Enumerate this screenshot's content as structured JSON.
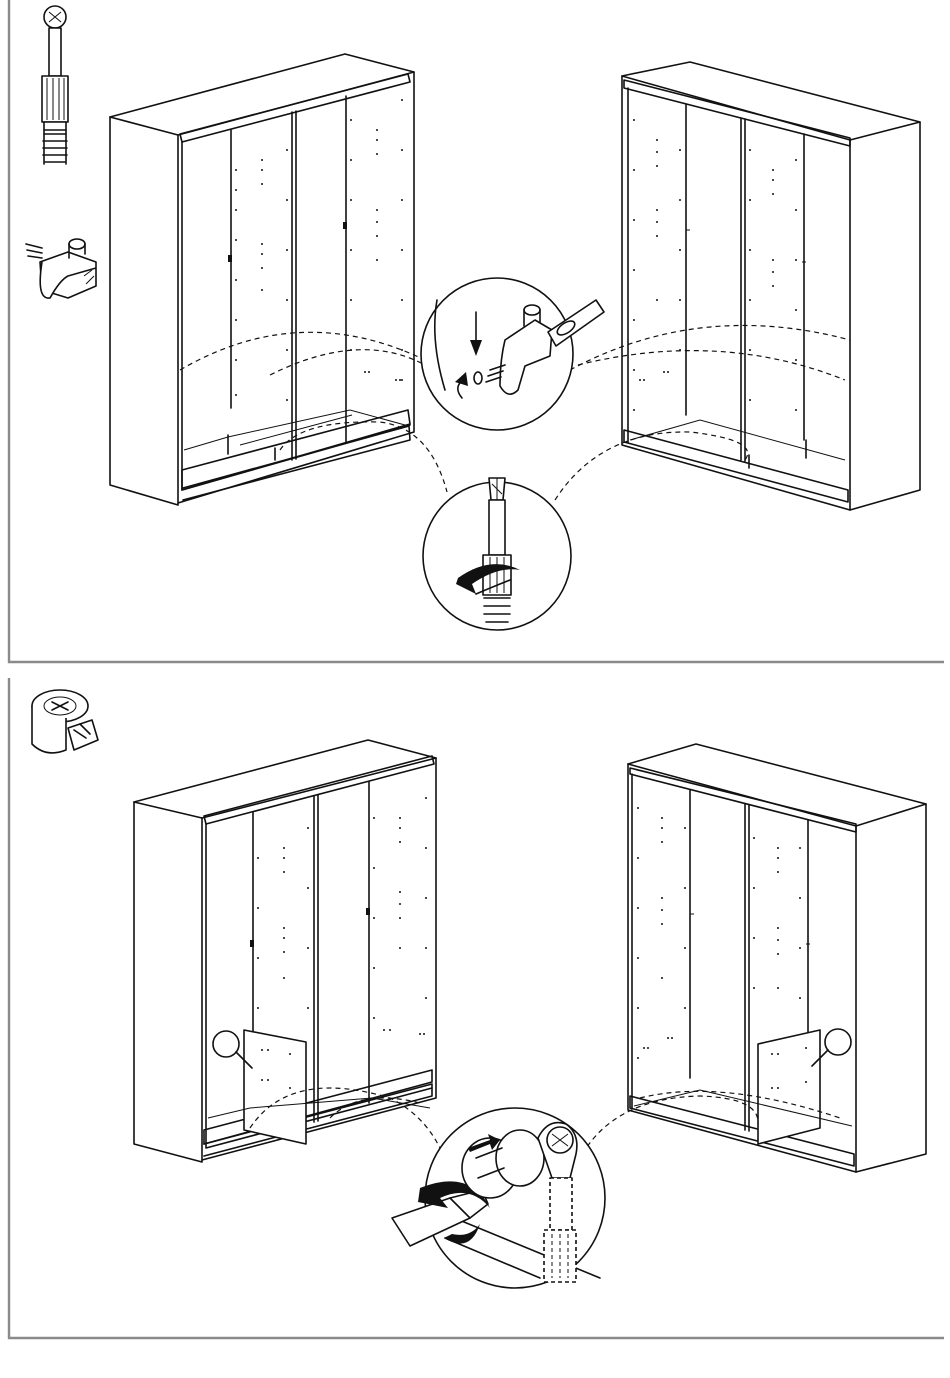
{
  "colors": {
    "line": "#111111",
    "frame": "#8a8a8a",
    "background": "#ffffff",
    "part_shading": "#d8d8d8"
  },
  "steps": [
    {
      "name": "step-door-stop-and-bolt",
      "parts_icons": [
        "cam-bolt-icon",
        "door-stop-clip-icon"
      ],
      "zoom_callouts": [
        "insert-door-stop-detail",
        "screw-cam-bolt-detail"
      ],
      "wardrobes": [
        "left-wardrobe-front-view",
        "right-wardrobe-front-view"
      ]
    },
    {
      "name": "step-cam-lock",
      "parts_icons": [
        "cam-lock-icon"
      ],
      "zoom_callouts": [
        "tighten-cam-lock-detail"
      ],
      "wardrobes": [
        "left-wardrobe-with-panel",
        "right-wardrobe-with-panel"
      ]
    }
  ]
}
